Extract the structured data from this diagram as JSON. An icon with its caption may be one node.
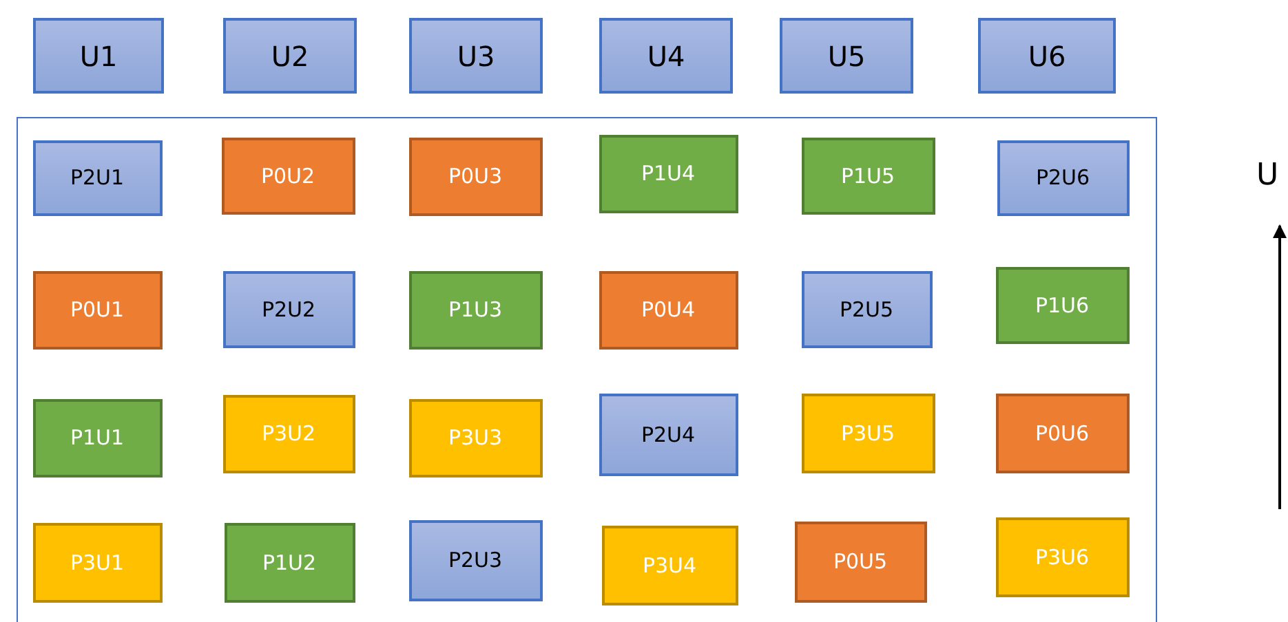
{
  "diagram": {
    "nodes": [
      {
        "text": [
          "U1"
        ]
      },
      {
        "text": [
          "U2"
        ]
      },
      {
        "text": [
          "U3"
        ]
      },
      {
        "text": [
          "U4"
        ]
      },
      {
        "text": [
          "U5"
        ]
      },
      {
        "text": [
          "U6"
        ]
      },
      {
        "text": [],
        "shape": "box"
      },
      {
        "text": [
          "P2U1"
        ],
        "in": 6
      },
      {
        "text": [
          "P0U2"
        ],
        "in": 6
      },
      {
        "text": [
          "P0U3"
        ],
        "in": 6
      },
      {
        "text": [
          "P1U4"
        ],
        "in": 6
      },
      {
        "text": [
          "P1U5"
        ],
        "in": 6
      },
      {
        "text": [
          "P2U6"
        ],
        "in": 6
      },
      {
        "text": [
          "P0U1"
        ],
        "in": 6
      },
      {
        "text": [
          "P2U2"
        ],
        "in": 6
      },
      {
        "text": [
          "P1U3"
        ],
        "in": 6
      },
      {
        "text": [
          "P0U4"
        ],
        "in": 6
      },
      {
        "text": [
          "P2U5"
        ],
        "in": 6
      },
      {
        "text": [
          "P1U6"
        ],
        "in": 6
      },
      {
        "text": [
          "P1U1"
        ],
        "in": 6
      },
      {
        "text": [
          "P3U2"
        ],
        "in": 6
      },
      {
        "text": [
          "P3U3"
        ],
        "in": 6
      },
      {
        "text": [
          "P2U4"
        ],
        "in": 6
      },
      {
        "text": [
          "P3U5"
        ],
        "in": 6
      },
      {
        "text": [
          "P0U6"
        ],
        "in": 6
      },
      {
        "text": [
          "P3U1"
        ],
        "in": 6
      },
      {
        "text": [
          "P1U2"
        ],
        "in": 6
      },
      {
        "text": [
          "P2U3"
        ],
        "in": 6
      },
      {
        "text": [
          "P3U4"
        ],
        "in": 6
      },
      {
        "text": [
          "P0U5"
        ],
        "in": 6
      },
      {
        "text": [
          "P3U6"
        ],
        "in": 6
      },
      {
        "text": [
          "U"
        ]
      }
    ],
    "edges": [
      {
        "from": null,
        "to": 31,
        "arrow": "to"
      }
    ]
  }
}
